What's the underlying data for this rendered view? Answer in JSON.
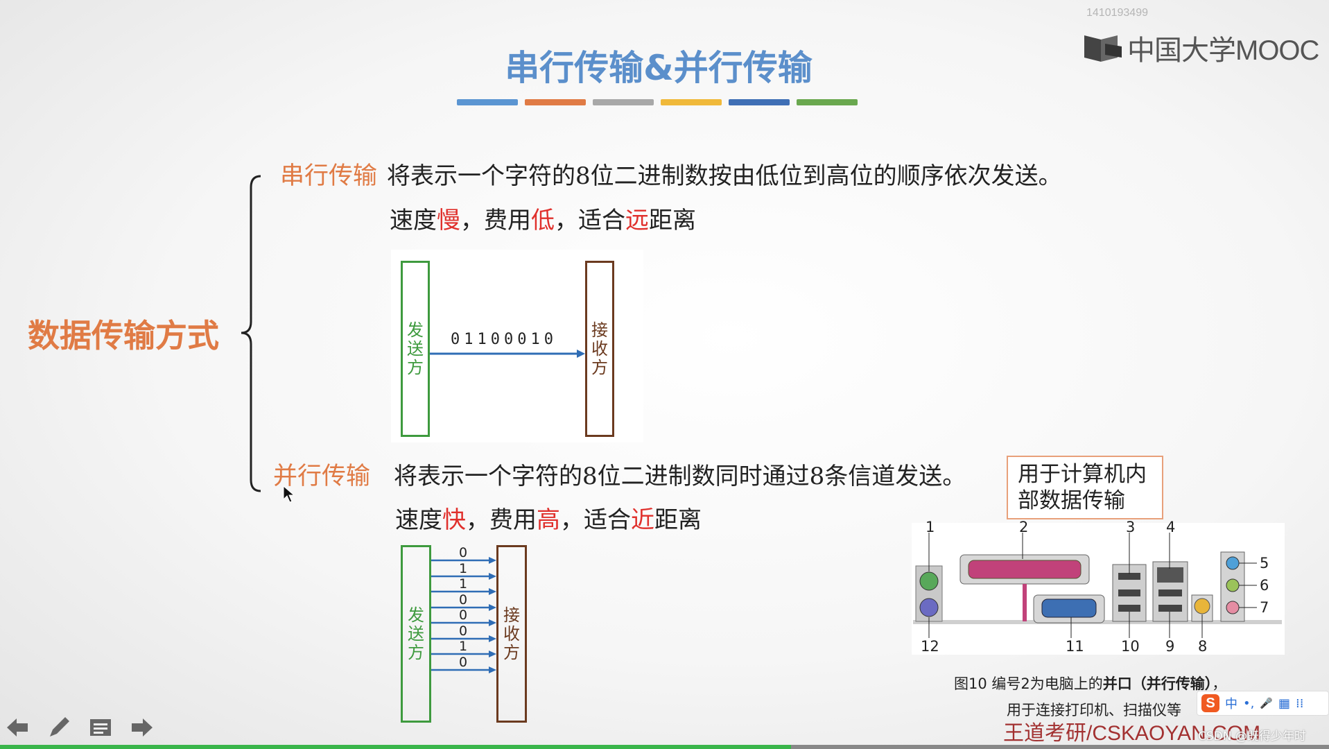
{
  "header": {
    "watermark_id": "1410193499",
    "logo_text": "中国大学MOOC",
    "title": "串行传输&并行传输",
    "color_bars": [
      "#5b95d2",
      "#e07b45",
      "#a8a8a8",
      "#f0b93a",
      "#3f6fb5",
      "#6aa84f"
    ]
  },
  "main_topic": "数据传输方式",
  "serial": {
    "heading": "串行传输",
    "description": "将表示一个字符的8位二进制数按由低位到高位的顺序依次发送。",
    "speed_label": "速度",
    "speed_value": "慢",
    "cost_label": "，费用",
    "cost_value": "低",
    "fit_label": "，适合",
    "fit_value": "远",
    "distance_label": "距离",
    "sender": "发送方",
    "receiver": "接收方",
    "bits": "01100010"
  },
  "parallel": {
    "heading": "并行传输",
    "description": "将表示一个字符的8位二进制数同时通过8条信道发送。",
    "speed_label": "速度",
    "speed_value": "快",
    "cost_label": "，费用",
    "cost_value": "高",
    "fit_label": "，适合",
    "fit_value": "近",
    "distance_label": "距离",
    "sender": "发送方",
    "receiver": "接收方",
    "bits": [
      "0",
      "1",
      "1",
      "0",
      "0",
      "0",
      "1",
      "0"
    ]
  },
  "note_box": {
    "line1": "用于计算机内",
    "line2": "部数据传输"
  },
  "ports_figure": {
    "port_numbers": [
      "1",
      "2",
      "3",
      "4",
      "5",
      "6",
      "7",
      "12",
      "11",
      "10",
      "9",
      "8"
    ],
    "caption_prefix": "图10 编号2为电脑上的",
    "caption_bold1": "并口",
    "caption_bold2": "（并行传输）",
    "caption_suffix": "，",
    "caption_line2": "用于连接打印机、扫描仪等"
  },
  "brand_footer": "王道考研/CSKAOYAN.COM",
  "csdn_watermark": "CSDN @既得少年时",
  "ime": {
    "logo": "S",
    "items": [
      "中",
      "•,",
      "🎤",
      "▦",
      "⁞⁞"
    ]
  },
  "toolbar": {
    "icons": [
      "back-arrow-icon",
      "pen-icon",
      "notes-icon",
      "forward-arrow-icon"
    ]
  },
  "progress": {
    "fraction": 0.595
  }
}
